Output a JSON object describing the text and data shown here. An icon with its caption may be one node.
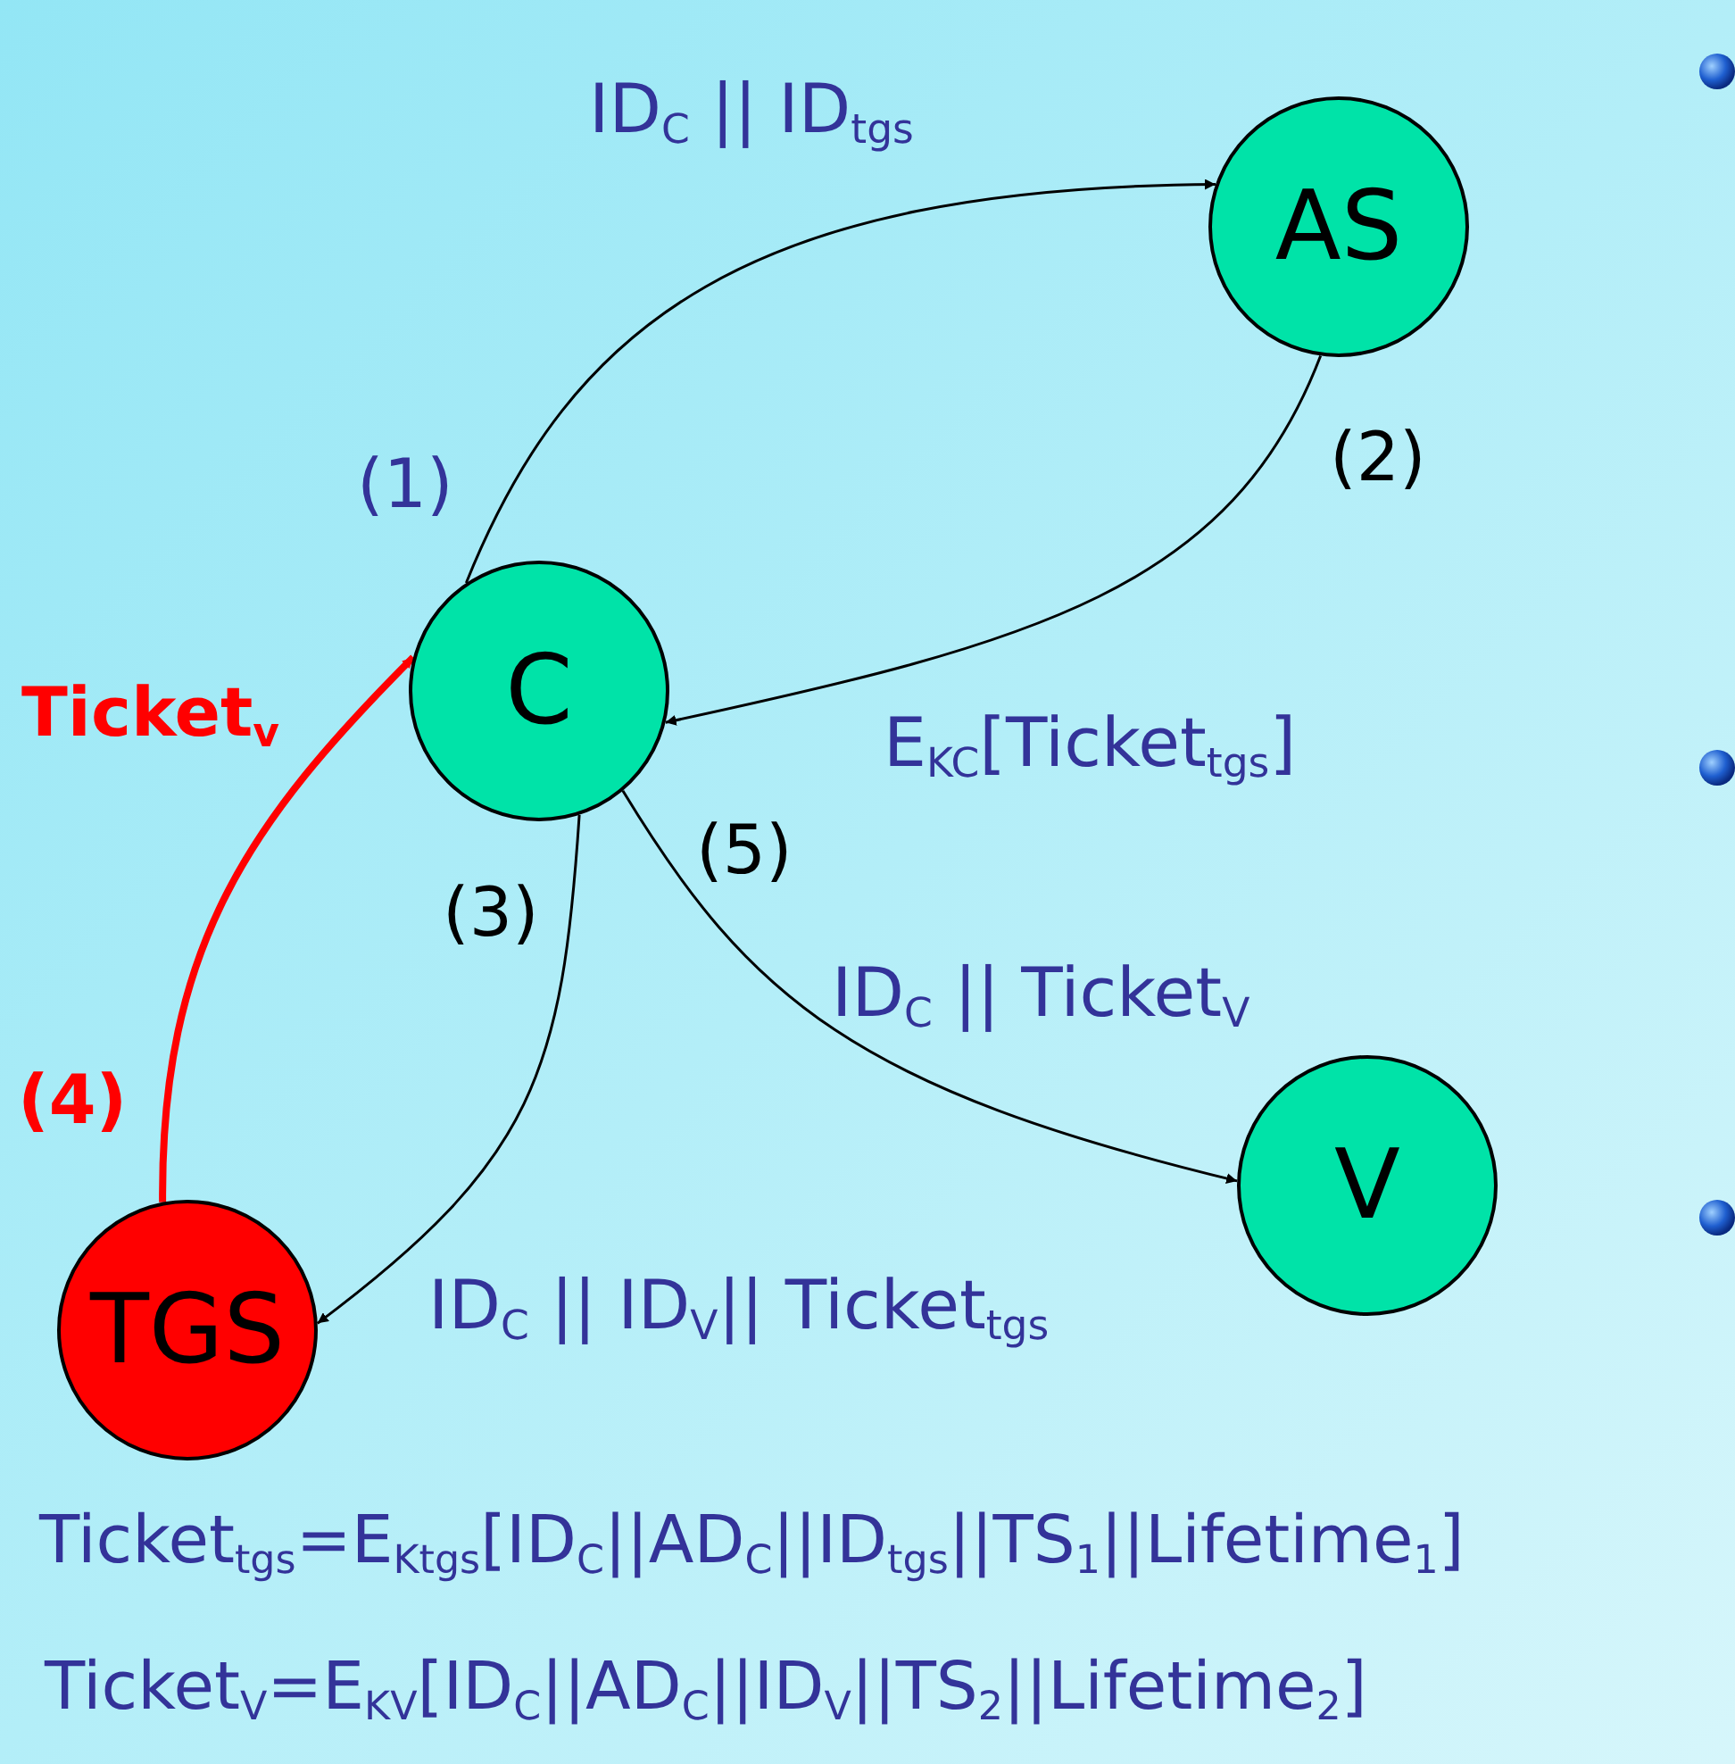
{
  "diagram": {
    "nodes": [
      {
        "text": [
          "C"
        ]
      },
      {
        "text": [
          "AS"
        ]
      },
      {
        "text": [
          "TGS"
        ]
      },
      {
        "text": [
          "V"
        ]
      }
    ],
    "edges": [
      {
        "from": 0,
        "to": 1,
        "arrow": "to",
        "label": "ID$_{C}$ || ID$_{tgs}$"
      },
      {
        "from": 1,
        "to": 0,
        "arrow": "to",
        "label": "E$_{KC}$[Ticket$_{tgs}$]"
      },
      {
        "from": 0,
        "to": 2,
        "arrow": "to",
        "label": "ID$_{C}$ || ID$_{V}$|| Ticket$_{tgs}$"
      },
      {
        "from": 0,
        "to": 3,
        "arrow": "to",
        "label": "ID$_{C}$ || Ticket$_{V}$"
      },
      {
        "from": 2,
        "to": 0,
        "arrow": "to",
        "label": "Ticket$_{v}$",
        "style": "thick",
        "color": "#ff0000"
      }
    ],
    "labels": [
      "(1)",
      "(2)",
      "(5)",
      "(3)",
      "(4)",
      "Ticket$_{tgs}$=E$_{Ktgs}$[ID$_{C}$||AD$_{C}$||ID$_{tgs}$||TS$_{1}$||Lifetime$_{1}$]",
      "Ticket$_{V}$=E$_{KV}$[ID$_{C}$||AD$_{C}$||ID$_{V}$||TS$_{2}$||Lifetime$_{2}$]"
    ]
  }
}
